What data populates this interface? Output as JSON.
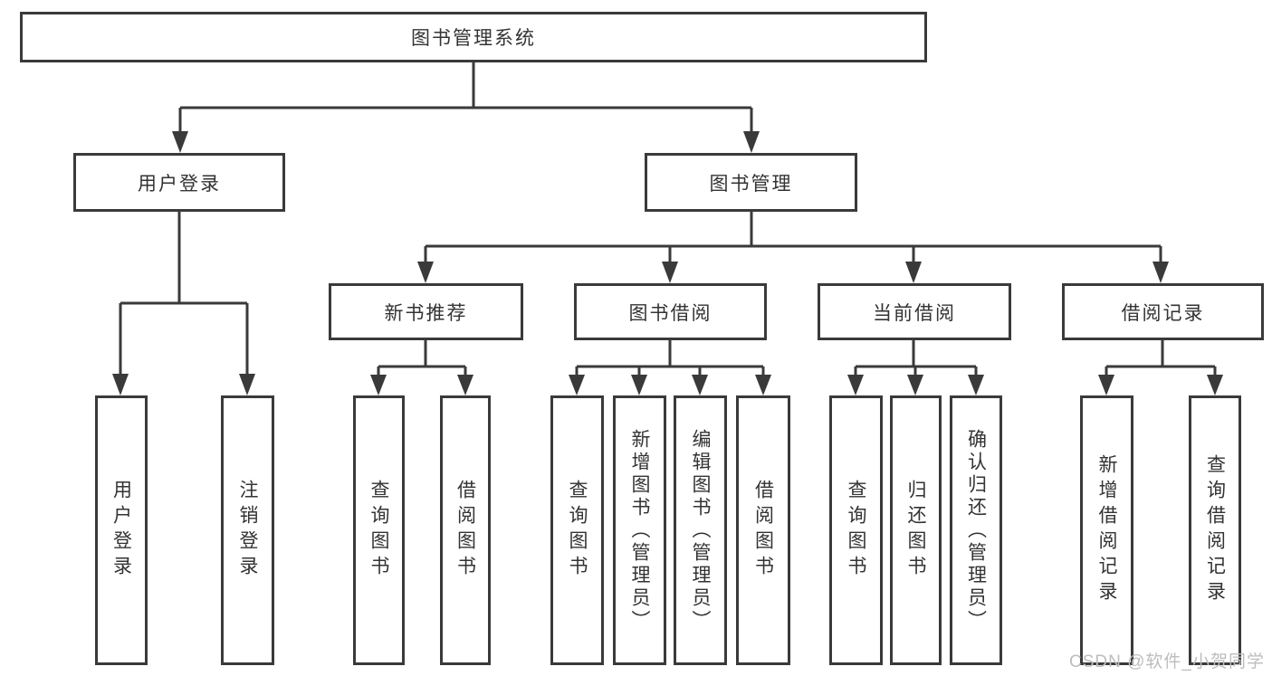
{
  "diagram_type": "hierarchy-tree",
  "tree": {
    "root": {
      "label": "图书管理系统"
    },
    "branches": [
      {
        "label": "用户登录",
        "leaves": [
          "用户登录",
          "注销登录"
        ]
      },
      {
        "label": "图书管理",
        "groups": [
          {
            "label": "新书推荐",
            "leaves": [
              "查询图书",
              "借阅图书"
            ]
          },
          {
            "label": "图书借阅",
            "leaves": [
              "查询图书",
              "新增图书（管理员）",
              "编辑图书（管理员）",
              "借阅图书"
            ]
          },
          {
            "label": "当前借阅",
            "leaves": [
              "查询图书",
              "归还图书",
              "确认归还（管理员）"
            ]
          },
          {
            "label": "借阅记录",
            "leaves": [
              "新增借阅记录",
              "查询借阅记录"
            ]
          }
        ]
      }
    ]
  },
  "watermark": {
    "text": "CSDN @软件_小贺同学"
  },
  "colors": {
    "line": "#3a3a3a",
    "box_border": "#3a3a3a",
    "box_fill": "#ffffff",
    "text": "#333333",
    "watermark": "#bdbdbd",
    "background": "#ffffff"
  }
}
